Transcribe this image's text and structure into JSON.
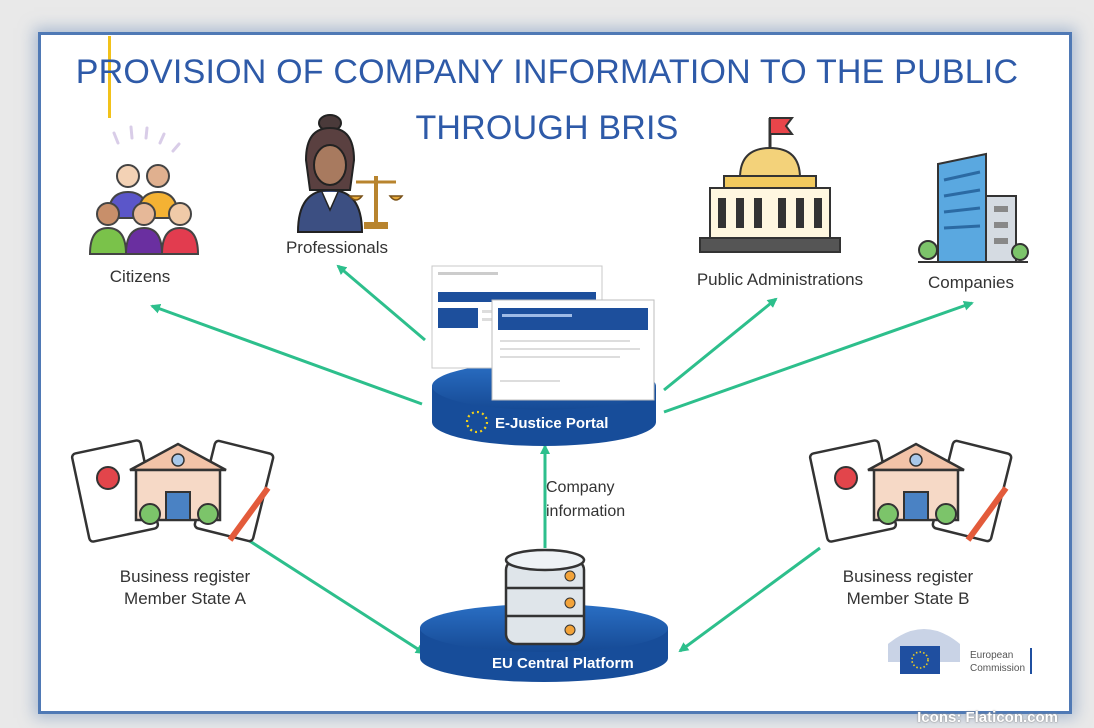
{
  "title": {
    "line1": "PROVISION OF COMPANY INFORMATION TO THE PUBLIC",
    "line2": "THROUGH BRIS"
  },
  "nodes": {
    "citizens": "Citizens",
    "professionals": "Professionals",
    "public_administrations": "Public Administrations",
    "companies": "Companies",
    "ejustice_portal": "E-Justice Portal",
    "eu_central_platform": "EU Central Platform",
    "business_register_a_line1": "Business register",
    "business_register_a_line2": "Member State A",
    "business_register_b_line1": "Business register",
    "business_register_b_line2": "Member State B"
  },
  "edge_label": {
    "line1": "Company",
    "line2": "information"
  },
  "logo": {
    "line1": "European",
    "line2": "Commission"
  },
  "credit": "Icons: Flaticon.com",
  "colors": {
    "arrow": "#2dbf8c",
    "platform": "#1f5fb4",
    "title": "#2e5aa8",
    "frame": "#4f79b5"
  }
}
